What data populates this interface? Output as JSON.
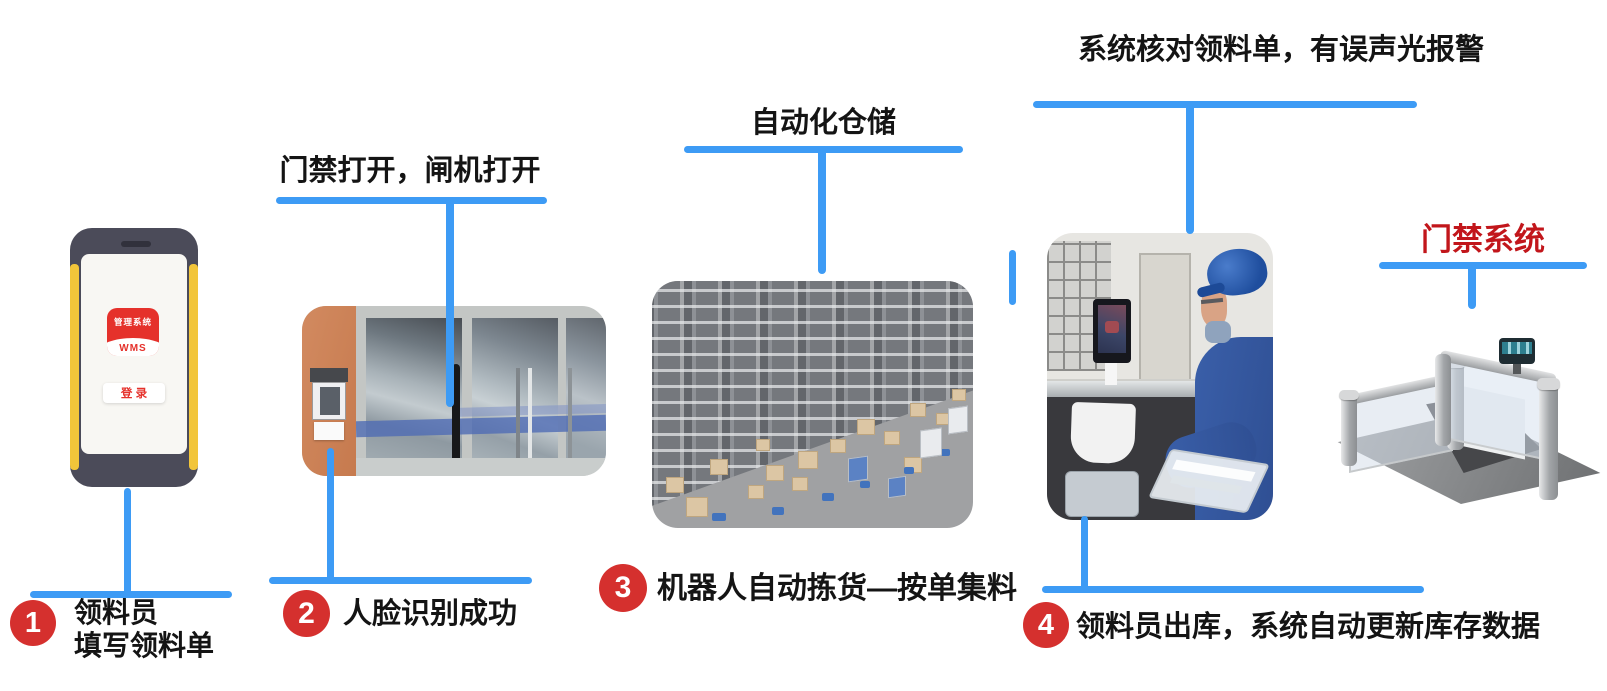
{
  "colors": {
    "connector_blue": "#3d9bf5",
    "step_badge_red": "#d5302e",
    "access_title_red": "#c2161b",
    "text_black": "#141414",
    "pda_body": "#4b4b59",
    "pda_bumper_yellow": "#f2c53a",
    "app_icon_red": "#e5312b"
  },
  "phone": {
    "app_title": "管理系统",
    "app_code": "WMS",
    "login_button": "登 录"
  },
  "callouts": {
    "door_open": "门禁打开，闸机打开",
    "auto_warehouse": "自动化仓储",
    "system_check": "系统核对领料单，有误声光报警",
    "access_system": "门禁系统"
  },
  "steps": [
    {
      "number": "1",
      "lines": [
        "领料员",
        "填写领料单"
      ]
    },
    {
      "number": "2",
      "lines": [
        "人脸识别成功"
      ]
    },
    {
      "number": "3",
      "lines": [
        "机器人自动拣货—按单集料"
      ]
    },
    {
      "number": "4",
      "lines": [
        "领料员出库，系统自动更新库存数据"
      ]
    }
  ]
}
